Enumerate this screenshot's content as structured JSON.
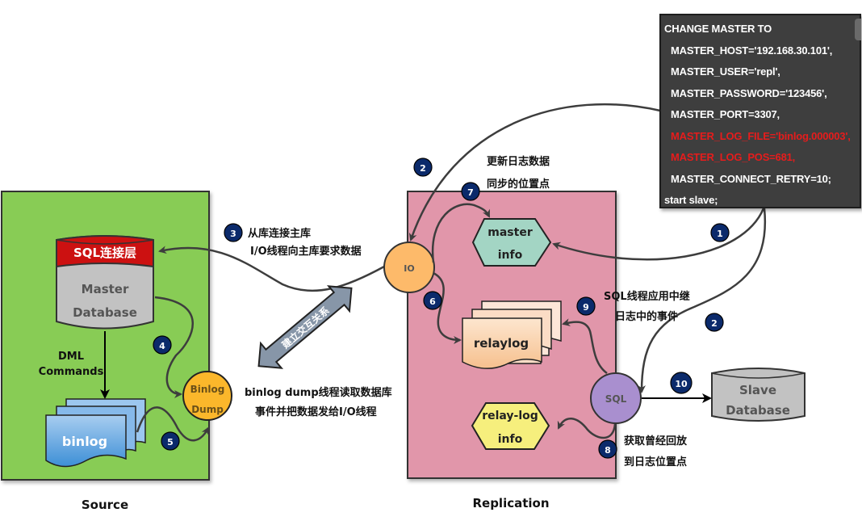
{
  "source_panel": {
    "caption": "Source",
    "color": "#88cc55",
    "master_db": {
      "header": "SQL连接层",
      "line1": "Master",
      "line2": "Database",
      "header_color": "#cc1111"
    },
    "dml_label_1": "DML",
    "dml_label_2": "Commands",
    "binlog_label": "binlog",
    "binlog_dump": {
      "line1": "Binlog",
      "line2": "Dump",
      "color": "#fbb72b"
    }
  },
  "replication_panel": {
    "caption": "Replication",
    "color": "#e196aa",
    "io_thread": {
      "label": "IO",
      "color": "#fdba6a"
    },
    "sql_thread": {
      "label": "SQL",
      "color": "#a98fcf"
    },
    "master_info": {
      "line1": "master",
      "line2": "info",
      "color": "#a3d5c4"
    },
    "relaylog": {
      "label": "relaylog"
    },
    "relay_log_info": {
      "line1": "relay-log",
      "line2": "info",
      "color": "#f6ef7d"
    }
  },
  "slave_db": {
    "line1": "Slave",
    "line2": "Database"
  },
  "handshake_arrow_label": "建立交互关系",
  "annotations": {
    "step3_line1": "从库连接主库",
    "step3_line2": "I/O线程向主库要求数据",
    "dump_line1": "binlog dump线程读取数据库",
    "dump_line2": "事件并把数据发给I/O线程",
    "step7_line1": "更新日志数据",
    "step7_line2": "同步的位置点",
    "step9_line1": "SQL线程应用中继",
    "step9_line2": "日志中的事件",
    "step8_line1": "获取曾经回放",
    "step8_line2": "到日志位置点"
  },
  "steps": [
    "1",
    "2",
    "2",
    "3",
    "4",
    "5",
    "6",
    "7",
    "8",
    "9",
    "10"
  ],
  "config_box": {
    "lines": [
      {
        "text": "CHANGE MASTER TO",
        "indent": false,
        "highlight": false
      },
      {
        "text": "MASTER_HOST='192.168.30.101',",
        "indent": true,
        "highlight": false
      },
      {
        "text": "MASTER_USER='repl',",
        "indent": true,
        "highlight": false
      },
      {
        "text": "MASTER_PASSWORD='123456',",
        "indent": true,
        "highlight": false
      },
      {
        "text": "MASTER_PORT=3307,",
        "indent": true,
        "highlight": false
      },
      {
        "text": "MASTER_LOG_FILE='binlog.000003',",
        "indent": true,
        "highlight": true
      },
      {
        "text": "MASTER_LOG_POS=681,",
        "indent": true,
        "highlight": true
      },
      {
        "text": "MASTER_CONNECT_RETRY=10;",
        "indent": true,
        "highlight": false
      },
      {
        "text": "start slave;",
        "indent": false,
        "highlight": false
      }
    ],
    "highlight_color": "#e61c1c"
  }
}
